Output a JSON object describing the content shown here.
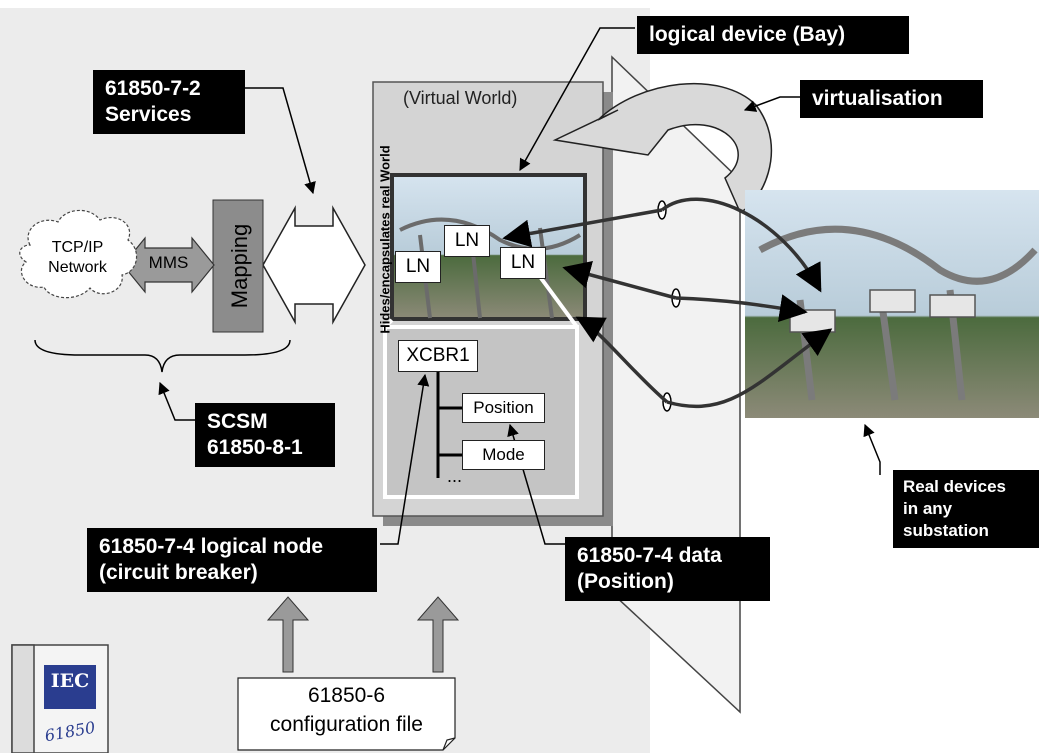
{
  "callouts": {
    "services": "61850-7-2\nServices",
    "logical_device": "logical device (Bay)",
    "virtualisation": "virtualisation",
    "scsm": "SCSM\n61850-8-1",
    "logical_node": "61850-7-4 logical node\n(circuit breaker)",
    "data": "61850-7-4 data\n(Position)",
    "real_devices": "Real devices\nin any\nsubstation"
  },
  "network": {
    "cloud": "TCP/IP\nNetwork",
    "mms": "MMS",
    "mapping": "Mapping"
  },
  "virtual": {
    "title": "(Virtual World)",
    "side_label": "Hides/encapsulates real World",
    "ln_label": "LN",
    "node_name": "XCBR1",
    "data_items": [
      "Position",
      "Mode"
    ],
    "ellipsis": "..."
  },
  "config_file": "61850-6\nconfiguration file",
  "logo": {
    "top": "IEC",
    "bottom": "61850"
  },
  "colors": {
    "panel": "#ececec",
    "mapping": "#8c8c8c",
    "arrow": "#9a9a9a"
  }
}
